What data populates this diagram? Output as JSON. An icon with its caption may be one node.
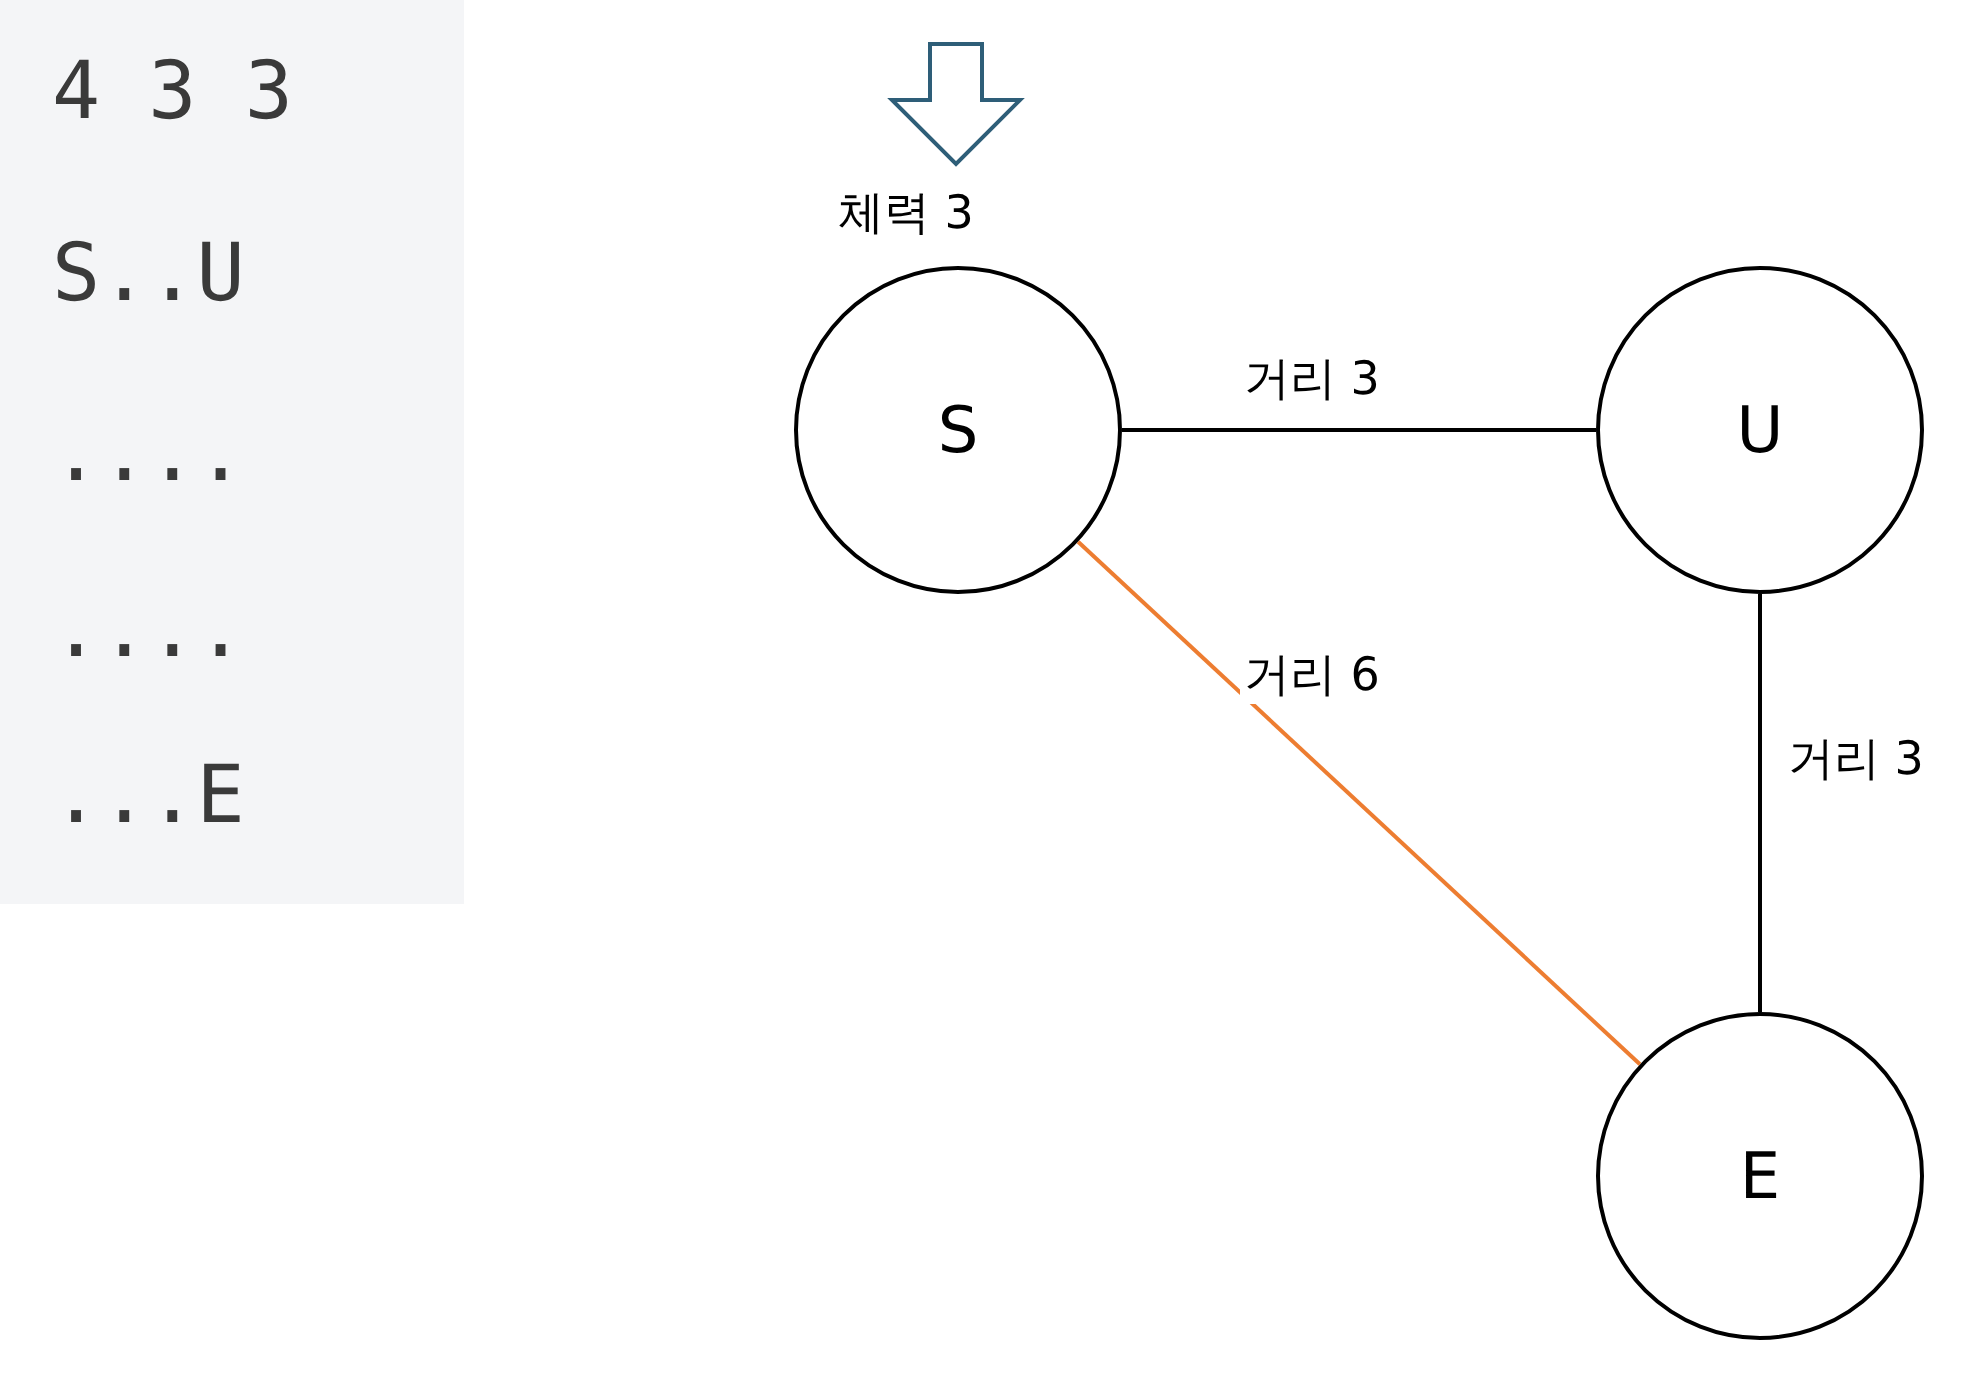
{
  "diagram": {
    "nodes": [
      {
        "text": [
          "S"
        ],
        "beside": [
          "체력 3"
        ]
      },
      {
        "text": [
          "U"
        ]
      },
      {
        "text": [
          "E"
        ]
      }
    ],
    "edges": [
      {
        "from": 0,
        "to": 1,
        "arrow": "none",
        "label": "거리 3"
      },
      {
        "from": 0,
        "to": 2,
        "arrow": "none",
        "label": "거리 6",
        "color": "#ed7d31"
      },
      {
        "from": 1,
        "to": 2,
        "arrow": "none",
        "label": "거리 3"
      }
    ],
    "labels": [
      "4 3 3",
      "S..U",
      "....",
      "....",
      "...E"
    ]
  }
}
